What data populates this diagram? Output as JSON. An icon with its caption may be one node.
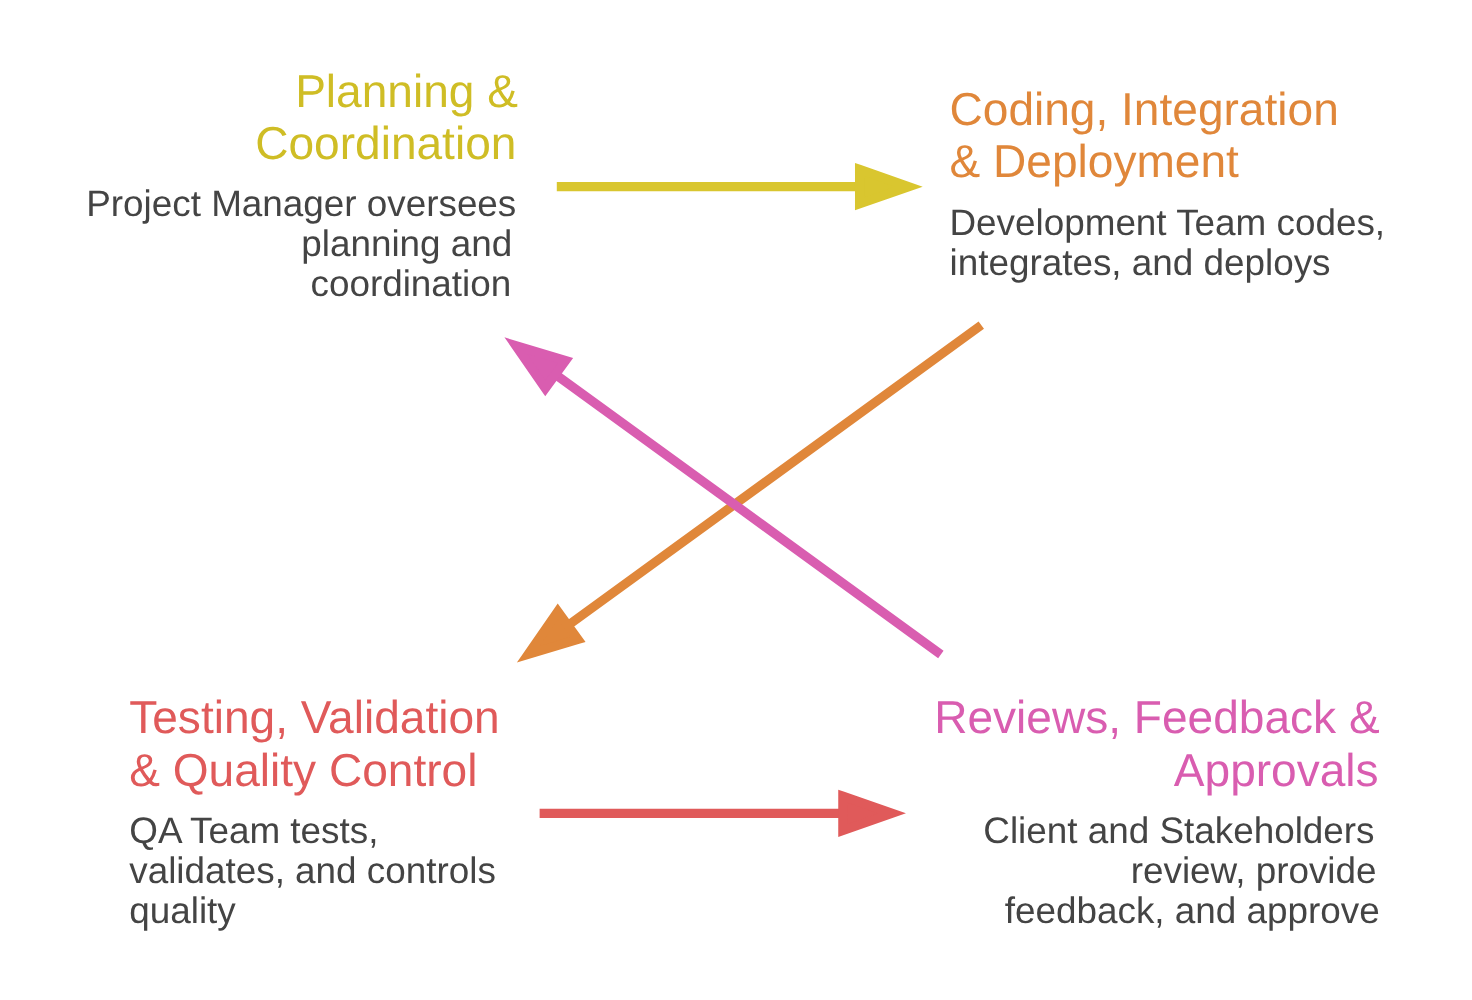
{
  "diagram": {
    "nodes": [
      {
        "text": [
          "Planning & Coordination",
          "Project Manager oversees planning and coordination"
        ]
      },
      {
        "text": [
          "Coding, Integration & Deployment",
          "Development Team codes, integrates, and deploys"
        ]
      },
      {
        "text": [
          "Testing, Validation & Quality Control",
          "QA Team tests, validates, and controls quality"
        ]
      },
      {
        "text": [
          "Reviews, Feedback & Approvals",
          "Client and Stakeholders review, provide feedback, and approve"
        ]
      }
    ],
    "edges": [
      {
        "from": 0,
        "to": 1,
        "arrow": "to",
        "color": "#d9c62f"
      },
      {
        "from": 1,
        "to": 2,
        "arrow": "to",
        "color": "#e0873a"
      },
      {
        "from": 2,
        "to": 3,
        "arrow": "to",
        "color": "#e05a5a"
      },
      {
        "from": 3,
        "to": 0,
        "arrow": "to",
        "color": "#d95db0"
      }
    ]
  }
}
